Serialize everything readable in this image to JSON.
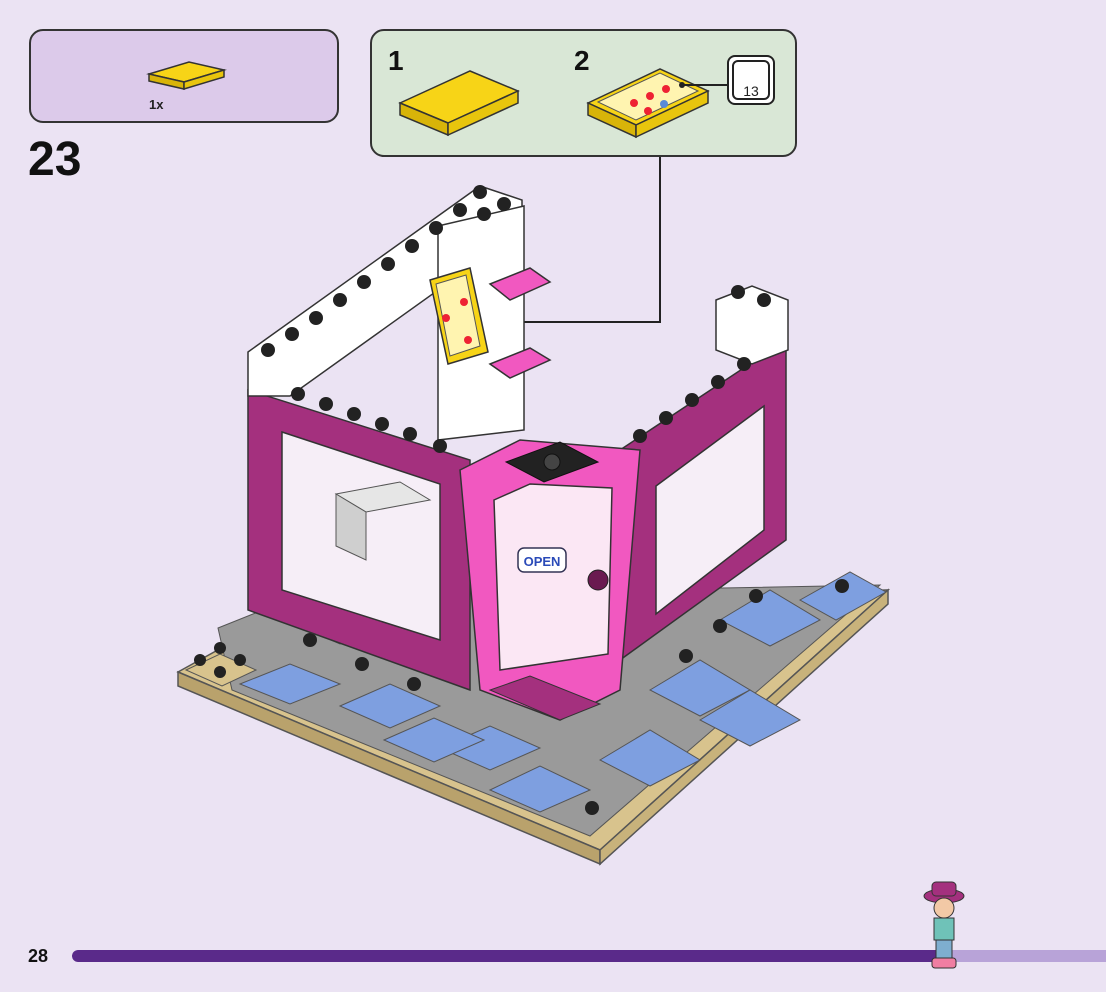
{
  "parts_list": {
    "quantity": "1x",
    "part": "yellow-tile-icon"
  },
  "step": {
    "number": "23"
  },
  "sub_steps": [
    {
      "label": "1"
    },
    {
      "label": "2"
    }
  ],
  "sticker": {
    "sheet_number": "13"
  },
  "scene": {
    "sign_text": "OPEN"
  },
  "footer": {
    "page_number": "28",
    "progress": 0.85
  },
  "colors": {
    "tile": "#f7d417",
    "magenta": "#a4307e",
    "pink": "#f158c0",
    "blue": "#7e9fe0",
    "gray": "#9a9a9a",
    "tan": "#d8c38d"
  }
}
